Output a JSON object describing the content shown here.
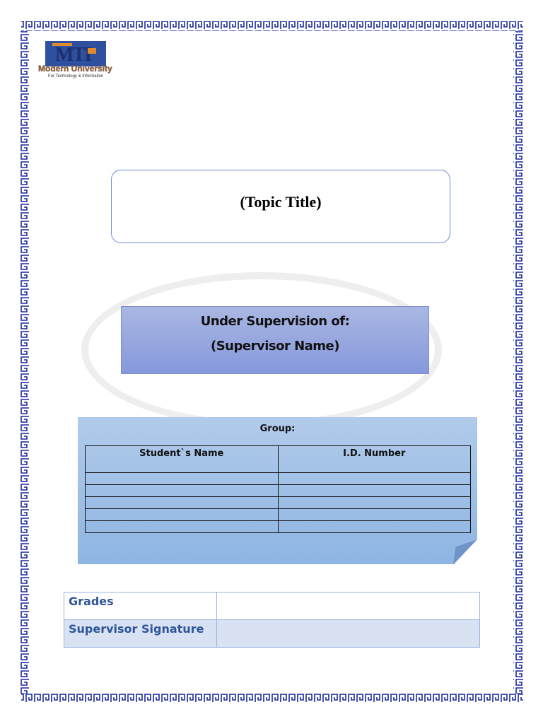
{
  "logo": {
    "name": "Modern University",
    "subtitle": "For Technology & Information",
    "monogram": "MTI"
  },
  "title": "(Topic Title)",
  "supervision": {
    "label": "Under Supervision of:",
    "name": "(Supervisor Name)"
  },
  "group": {
    "label": "Group:",
    "columns": [
      "Student`s Name",
      "I.D. Number"
    ],
    "rows": [
      [
        "",
        ""
      ],
      [
        "",
        ""
      ],
      [
        "",
        ""
      ],
      [
        "",
        ""
      ],
      [
        "",
        ""
      ]
    ]
  },
  "grades": {
    "rows": [
      {
        "label": "Grades",
        "value": ""
      },
      {
        "label": "Supervisor Signature",
        "value": ""
      }
    ]
  },
  "colors": {
    "border": "#1a2a9c",
    "supervision_box": "#98a8e0",
    "group_box": "#a0c0e6",
    "grades_text": "#2f5597"
  }
}
